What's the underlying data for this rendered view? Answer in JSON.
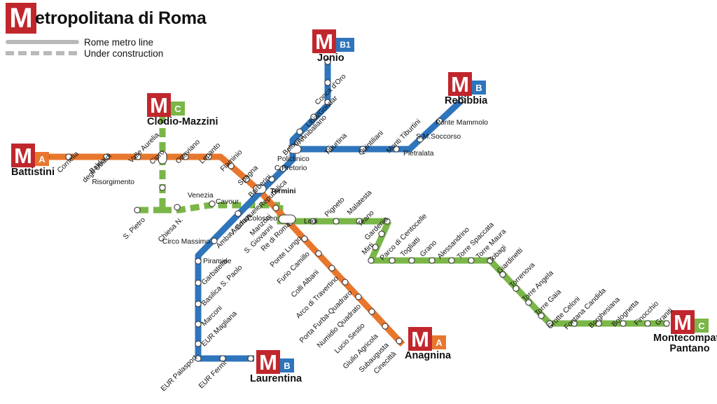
{
  "header": {
    "logo_letter": "M",
    "title": "etropolitana di Roma",
    "full_title": "Metropolitana di Roma"
  },
  "legend": {
    "items": [
      {
        "label": "Rome metro line",
        "style": "solid",
        "color": "#b9b9b9"
      },
      {
        "label": "Under construction",
        "style": "dashed",
        "color": "#b9b9b9"
      }
    ]
  },
  "colors": {
    "line_a": "#e8772e",
    "line_b": "#2e75bc",
    "line_c": "#7ab648",
    "logo_red": "#c0272d",
    "under_construction_grey": "#b9b9b9",
    "station_marker": "#ffffff",
    "text": "#111111"
  },
  "lines": [
    {
      "id": "A",
      "name": "Line A",
      "color": "#e8772e",
      "badge": "A"
    },
    {
      "id": "B",
      "name": "Line B",
      "color": "#2e75bc",
      "badge": "B"
    },
    {
      "id": "B1",
      "name": "Line B1",
      "color": "#2e75bc",
      "badge": "B1"
    },
    {
      "id": "C",
      "name": "Line C",
      "color": "#7ab648",
      "badge": "C"
    }
  ],
  "terminals": [
    {
      "name": "Battistini",
      "line": "A",
      "badge": "A",
      "badge_color": "#e8772e"
    },
    {
      "name": "Clodio-Mazzini",
      "line": "C",
      "badge": "C",
      "badge_color": "#7ab648"
    },
    {
      "name": "Jonio",
      "line": "B1",
      "badge": "B1",
      "badge_color": "#2e75bc"
    },
    {
      "name": "Rebibbia",
      "line": "B",
      "badge": "B",
      "badge_color": "#2e75bc"
    },
    {
      "name": "Laurentina",
      "line": "B",
      "badge": "B",
      "badge_color": "#2e75bc"
    },
    {
      "name": "Anagnina",
      "line": "A",
      "badge": "A",
      "badge_color": "#e8772e"
    },
    {
      "name": "Montecompatri Pantano",
      "line": "C",
      "badge": "C",
      "badge_color": "#7ab648"
    }
  ],
  "stations": {
    "line_a": [
      "Battistini",
      "Cornelia",
      "Baldo degli Ubaldi",
      "Valle Aurelia",
      "Cipro",
      "Ottaviano",
      "Lepanto",
      "Flaminio",
      "Spagna",
      "Barberini",
      "Repubblica",
      "Termini",
      "Vittorio Emanuele",
      "Manzoni",
      "S. Giovanni",
      "Re di Roma",
      "Ponte Lungo",
      "Furio Camillo",
      "Colli Albani",
      "Arco di Travertino",
      "Porta Furba-Quadraro",
      "Numidio Quadrato",
      "Lucio Sestio",
      "Giulio Agricola",
      "Subaugusta",
      "Cinecittà",
      "Anagnina"
    ],
    "line_b": [
      "Rebibbia",
      "Ponte Mammolo",
      "S.M.Soccorso",
      "Pietralata",
      "Monti Tiburtini",
      "Quintiliani",
      "Tiburtina",
      "Bologna",
      "Policlinico",
      "C.Pretorio",
      "Termini",
      "Cavour",
      "Colosseo",
      "Circo Massimo",
      "Piramide",
      "Garbatella",
      "Basilica S. Paolo",
      "Marconi",
      "EUR Magliana",
      "EUR Palasport",
      "EUR Fermi",
      "Laurentina"
    ],
    "line_b1": [
      "Jonio",
      "Conca d'Oro",
      "Libia/Gondar",
      "Annibaliano",
      "Bologna"
    ],
    "line_c": [
      "Clodio-Mazzini",
      "Risorgimento",
      "S. Pietro",
      "Chiesa N.",
      "Venezia",
      "Cavour",
      "Colosseo",
      "Amba Aradam",
      "V. Emanuele",
      "Lodi",
      "Pigneto",
      "Malatesta",
      "Teano",
      "Gardenia",
      "Mirti",
      "Parco di Centocelle",
      "Togliatti",
      "Grano",
      "Alessandrino",
      "Torre Spaccata",
      "Torre Maura",
      "Tobagi",
      "Giardinetti",
      "Torrenova",
      "Torre Angela",
      "Torre Gaia",
      "Grotte Celoni",
      "Fontana Candida",
      "Borghesiana",
      "Bolognetta",
      "Finocchio",
      "Graniti",
      "Montecompatri Pantano"
    ]
  },
  "labels": {
    "cornelia": "Cornelia",
    "baldo": "Baldo",
    "baldo2": "degli Ubaldi",
    "valle_aurelia": "Valle Aurelia",
    "cipro": "Cipro",
    "ottaviano": "Ottaviano",
    "lepanto": "Lepanto",
    "flaminio": "Flaminio",
    "spagna": "Spagna",
    "barberini": "Barberini",
    "repubblica": "Repubblica",
    "termini": "Termini",
    "risorgimento": "Risorgimento",
    "s_pietro": "S. Pietro",
    "chiesa_n": "Chiesa N.",
    "venezia": "Venezia",
    "cavour": "Cavour",
    "colosseo": "Colosseo",
    "circo_massimo": "Circo Massimo",
    "piramide": "Piramide",
    "garbatella": "Garbatella",
    "basilica": "Basilica S. Paolo",
    "marconi": "Marconi",
    "eur_magliana": "EUR Magliana",
    "eur_palasport": "EUR Palasport",
    "eur_fermi": "EUR Fermi",
    "v_emanuele": "V. Emanuele",
    "amba_aradam": "Amba Aradam",
    "manzoni": "Manzoni",
    "s_giovanni": "S. Giovanni",
    "re_di_roma": "Re di Roma",
    "ponte_lungo": "Ponte Lungo",
    "furio_camillo": "Furio Camillo",
    "colli_albani": "Colli Albani",
    "arco_travertino": "Arco di Travertino",
    "porta_furba": "Porta Furba-Quadraro",
    "numidio": "Numidio Quadrato",
    "lucio_sestio": "Lucio Sestio",
    "giulio_agricola": "Giulio Agricola",
    "subaugusta": "Subaugusta",
    "cinecitta": "Cinecittà",
    "conca_doro": "Conca d'Oro",
    "libia": "Libia/Gondar",
    "annibaliano": "Annibaliano",
    "bologna": "Bologna",
    "tiburtina": "Tiburtina",
    "quintiliani": "Quintiliani",
    "monti_tiburtini": "Monti Tiburtini",
    "pietralata": "Pietralata",
    "sm_soccorso": "S.M.Soccorso",
    "ponte_mammolo": "Ponte Mammolo",
    "policlinico": "Policlinico",
    "c_pretorio": "C.Pretorio",
    "lodi": "Lodi",
    "pigneto": "Pigneto",
    "malatesta": "Malatesta",
    "teano": "Teano",
    "gardenia": "Gardenia",
    "mirti": "Mirti",
    "parco_centocelle": "Parco di Centocelle",
    "togliatti": "Togliatti",
    "grano": "Grano",
    "alessandrino": "Alessandrino",
    "torre_spaccata": "Torre Spaccata",
    "torre_maura": "Torre Maura",
    "tobagi": "Tobagi",
    "giardinetti": "Giardinetti",
    "torrenova": "Torrenova",
    "torre_angela": "Torre Angela",
    "torre_gaia": "Torre Gaia",
    "grotte_celoni": "Grotte Celoni",
    "fontana_candida": "Fontana Candida",
    "borghesiana": "Borghesiana",
    "bolognetta": "Bolognetta",
    "finocchio": "Finocchio",
    "graniti": "Graniti"
  },
  "terminal_names": {
    "battistini": "Battistini",
    "clodio_mazzini": "Clodio-Mazzini",
    "jonio": "Jonio",
    "rebibbia": "Rebibbia",
    "laurentina": "Laurentina",
    "anagnina": "Anagnina",
    "montecompatri": "Montecompatri",
    "pantano": "Pantano"
  },
  "badges": {
    "a": "A",
    "b": "B",
    "b1": "B1",
    "c": "C",
    "m": "M"
  }
}
